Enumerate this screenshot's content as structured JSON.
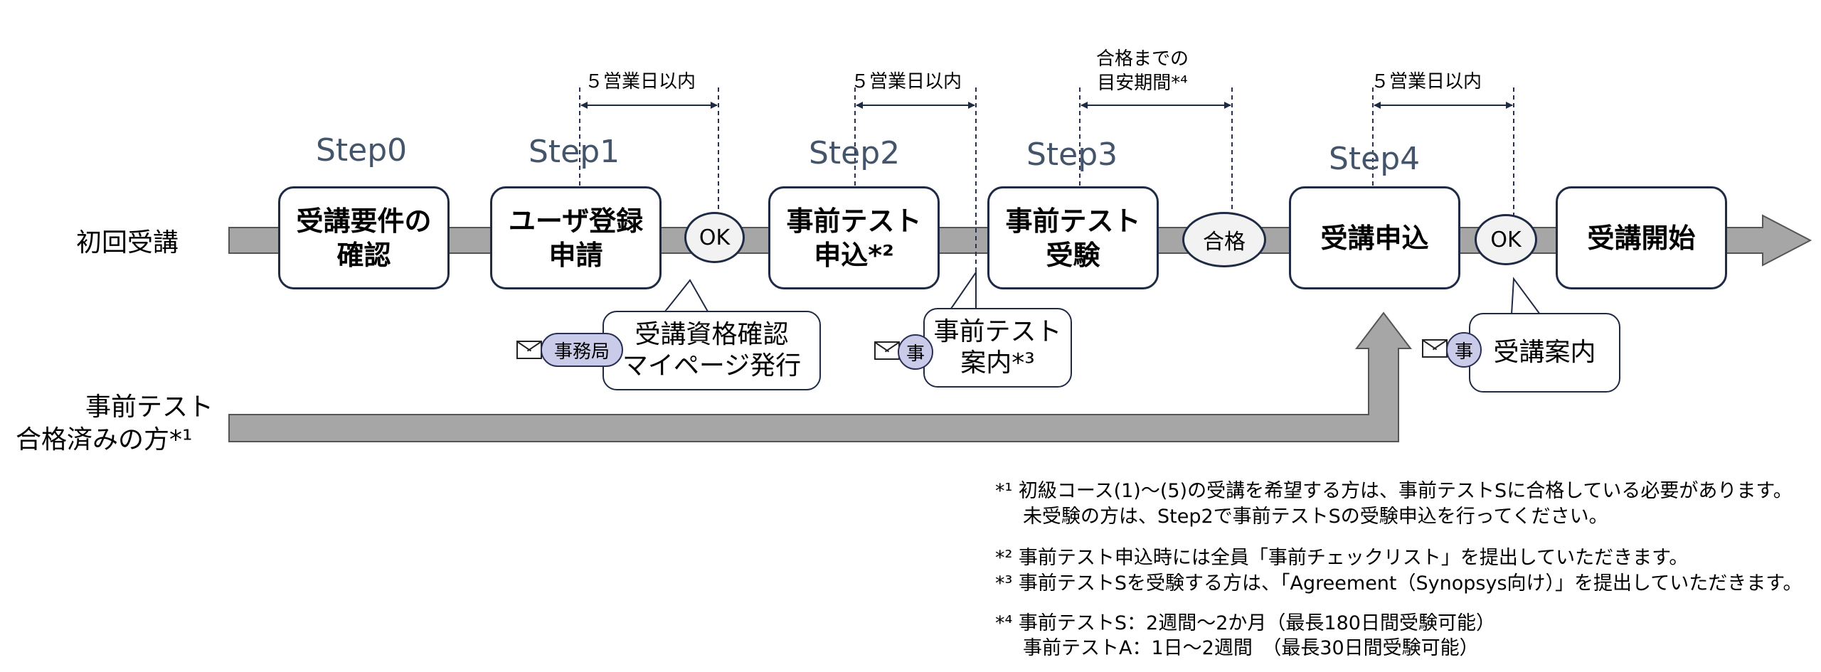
{
  "row_labels": {
    "first_time": "初回受講",
    "pretest_passed_line1": "事前テスト",
    "pretest_passed_line2": "合格済みの方*¹"
  },
  "steps": [
    "Step0",
    "Step1",
    "Step2",
    "Step3",
    "Step4"
  ],
  "boxes": {
    "confirm_requirements": "受講要件の\n確認",
    "user_registration": "ユーザ登録\n申請",
    "pretest_apply": "事前テスト\n申込*²",
    "pretest_take": "事前テスト\n受験",
    "course_apply": "受講申込",
    "course_start": "受講開始"
  },
  "ovals": {
    "ok1": "OK",
    "pass": "合格",
    "ok2": "OK"
  },
  "durations": {
    "d1": "５営業日以内",
    "d2": "５営業日以内",
    "d3": "合格までの\n目安期間*⁴",
    "d4": "５営業日以内"
  },
  "callouts": {
    "c1": "受講資格確認\nマイページ発行",
    "c2": "事前テスト\n案内*³",
    "c3": "受講案内"
  },
  "badges": {
    "office_full": "事務局",
    "office_short_1": "事",
    "office_short_2": "事"
  },
  "icons": [
    "envelope-icon",
    "arrow-icon"
  ],
  "colors": {
    "flow_arrow": "#a6a6a6",
    "border": "#1f2a44",
    "step_label": "#44546a",
    "badge_fill": "#c9cbe8"
  },
  "notes": {
    "n1_mark": "*¹",
    "n1_line1": "初級コース(1)～(5)の受講を希望する方は、事前テストSに合格している必要があります。",
    "n1_line2": "未受験の方は、Step2で事前テストSの受験申込を行ってください。",
    "n2_mark": "*²",
    "n2_line1": "事前テスト申込時には全員「事前チェックリスト」を提出していただきます。",
    "n3_mark": "*³",
    "n3_line1": "事前テストSを受験する方は、「Agreement（Synopsys向け）」を提出していただきます。",
    "n4_mark": "*⁴",
    "n4_line1": "事前テストS：2週間～2か月（最長180日間受験可能）",
    "n4_line2": "事前テストA：1日～2週間　（最長30日間受験可能）"
  }
}
